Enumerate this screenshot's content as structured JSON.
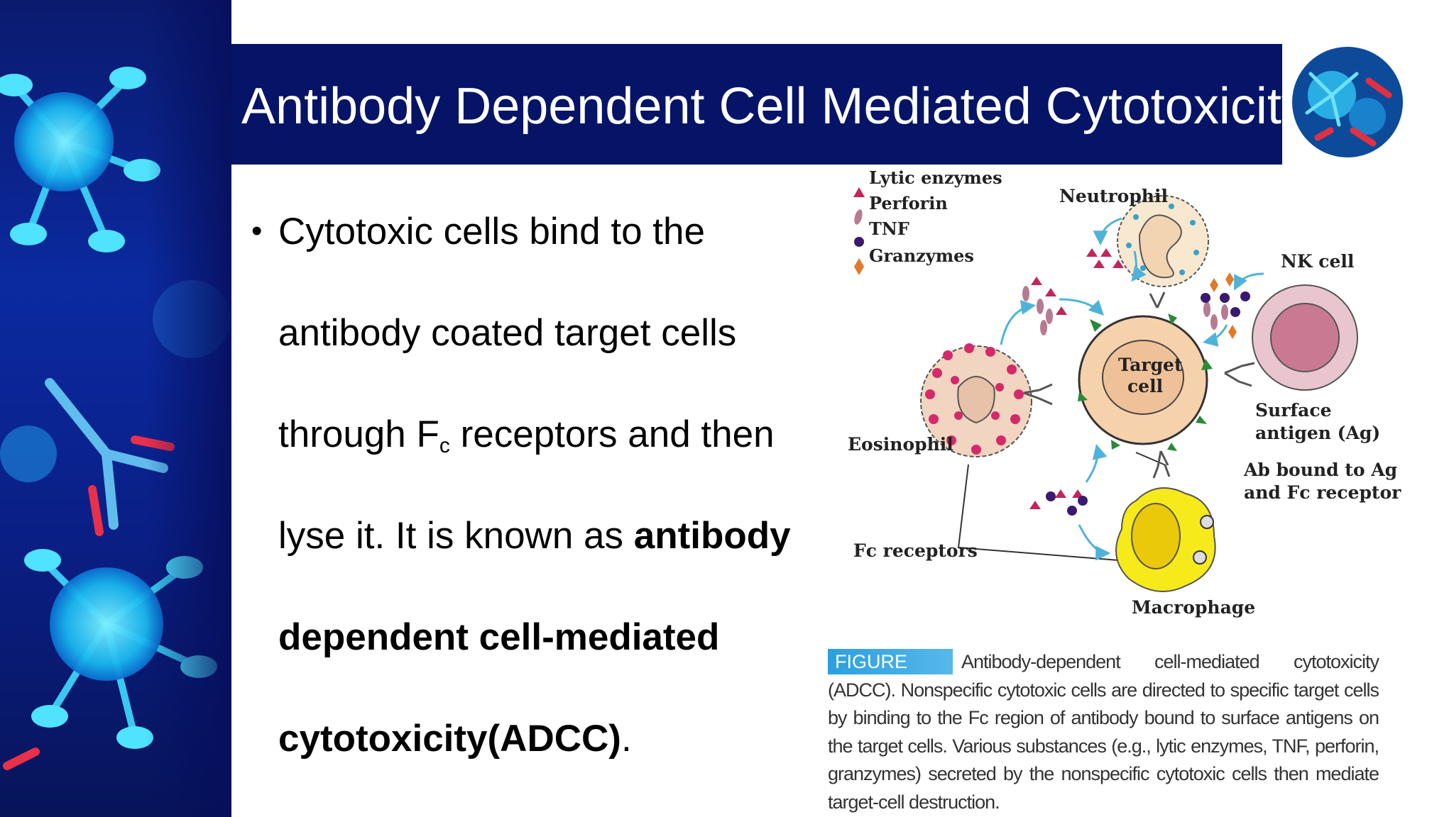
{
  "slide": {
    "title": "Antibody Dependent Cell Mediated Cytotoxicity",
    "bullet_lines": [
      {
        "text": "Cytotoxic cells bind to the"
      },
      {
        "text": "antibody coated target cells"
      },
      {
        "pre": "through F",
        "sub": "c",
        "post": " receptors and then"
      },
      {
        "plain": "lyse it. It is known as ",
        "bold": "antibody"
      },
      {
        "bold": "dependent cell-mediated"
      },
      {
        "bold": "cytotoxicity(ADCC)",
        "plain": "."
      }
    ]
  },
  "diagram": {
    "legend": [
      {
        "icon": "triangle-icon",
        "label": "Lytic enzymes",
        "color": "#c0265a"
      },
      {
        "icon": "perforin-icon",
        "label": "Perforin",
        "color": "#b77a93"
      },
      {
        "icon": "circle-icon",
        "label": "TNF",
        "color": "#3a1a6e"
      },
      {
        "icon": "diamond-icon",
        "label": "Granzymes",
        "color": "#e07a2a"
      }
    ],
    "labels": {
      "neutrophil": "Neutrophil",
      "nk_cell": "NK cell",
      "target_cell_line1": "Target",
      "target_cell_line2": "cell",
      "eosinophil": "Eosinophil",
      "surface_antigen_line1": "Surface",
      "surface_antigen_line2": "antigen (Ag)",
      "ab_bound_line1": "Ab bound to Ag",
      "ab_bound_line2": "and Fc receptor",
      "fc_receptors": "Fc receptors",
      "macrophage": "Macrophage"
    },
    "colors": {
      "target_cell": "#f6d2ac",
      "nk_cell": "#e8c5cf",
      "macrophage": "#f6ea1a",
      "eosinophil_dots": "#d42a6a",
      "arrows": "#4fb3d9",
      "antigen": "#2a8a3a"
    }
  },
  "caption": {
    "tag": "FIGURE",
    "text": "Antibody-dependent cell-mediated cytotoxicity (ADCC). Nonspecific cytotoxic cells are directed to specific target cells by binding to the Fc region of antibody bound to surface antigens on the target cells. Various substances (e.g., lytic enzymes, TNF, perforin, granzymes) secreted by the nonspecific cytotoxic cells then mediate target-cell destruction."
  }
}
